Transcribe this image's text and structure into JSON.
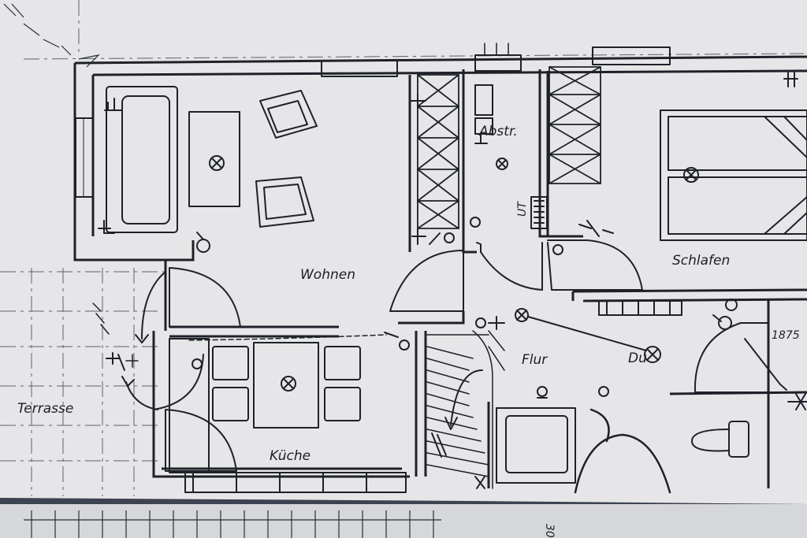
{
  "rooms": {
    "living": "Wohnen",
    "bedroom": "Schlafen",
    "hallway": "Flur",
    "kitchen": "Küche",
    "terrace": "Terrasse",
    "storage": "Abstr.",
    "shower": "Du"
  },
  "annotations": {
    "ut": "UT",
    "dim_a": "1875",
    "dim_b": "30"
  },
  "colors": {
    "paper": "#e6e6e8",
    "ink": "#1e2128",
    "background": "#3d4350"
  }
}
